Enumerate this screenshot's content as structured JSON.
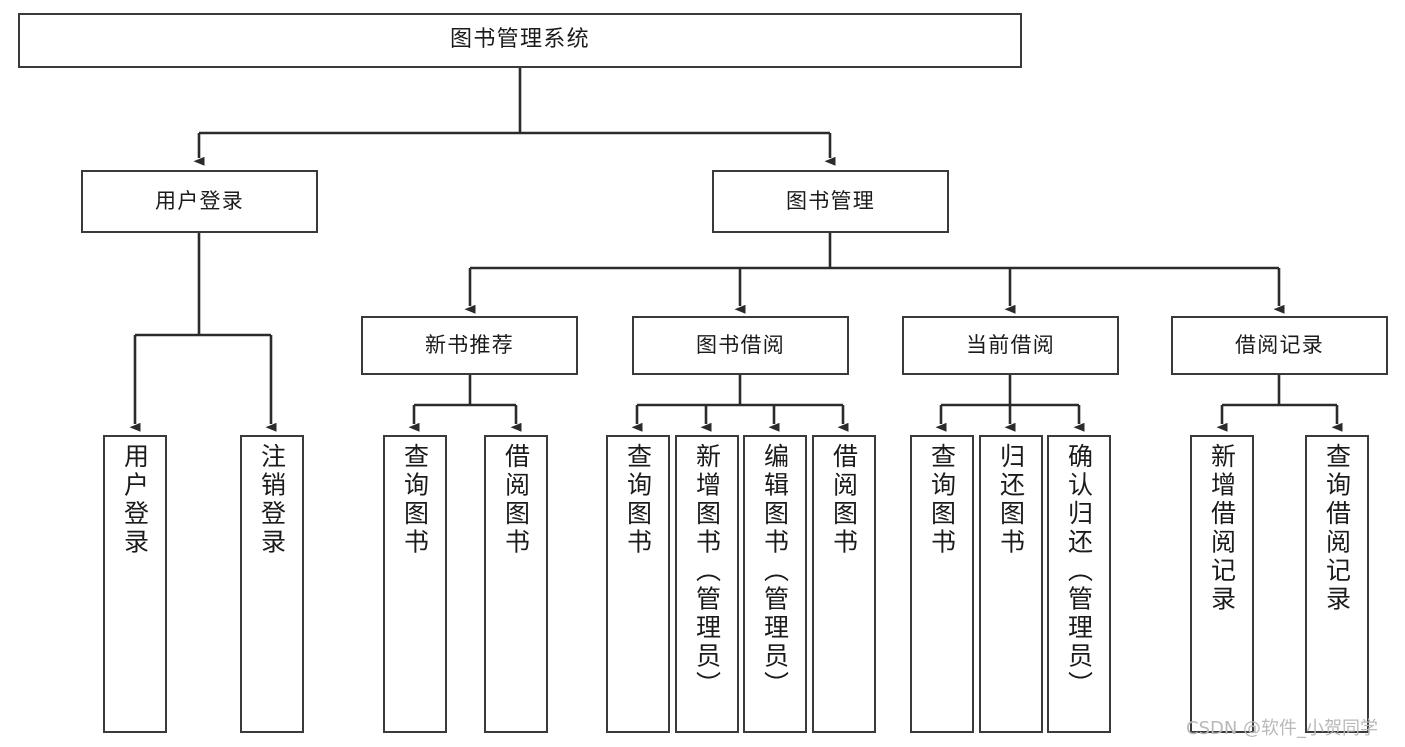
{
  "diagram": {
    "title": "图书管理系统",
    "type": "tree-hierarchy-chart",
    "orientation": "top-down",
    "watermark": "CSDN @软件_小贺同学",
    "colors": {
      "box_border": "#3a3a3a",
      "box_fill": "#ffffff",
      "edge": "#2b2b2b",
      "text": "#1b1b1b",
      "watermark": "#b9b9b9",
      "background": "#ffffff"
    }
  },
  "nodes": {
    "root": {
      "label": "图书管理系统"
    },
    "level2": [
      {
        "id": "user-login",
        "label": "用户登录"
      },
      {
        "id": "book-management",
        "label": "图书管理"
      }
    ],
    "level3": [
      {
        "id": "new-book-recommend",
        "label": "新书推荐"
      },
      {
        "id": "book-borrow",
        "label": "图书借阅"
      },
      {
        "id": "current-borrow",
        "label": "当前借阅"
      },
      {
        "id": "borrow-record",
        "label": "借阅记录"
      }
    ],
    "leaves": {
      "user_login": [
        {
          "id": "leaf-user-login",
          "label": "用户登录"
        },
        {
          "id": "leaf-logout-login",
          "label": "注销登录"
        }
      ],
      "new_book_recommend": [
        {
          "id": "leaf-query-book-1",
          "label": "查询图书"
        },
        {
          "id": "leaf-borrow-book-1",
          "label": "借阅图书"
        }
      ],
      "book_borrow": [
        {
          "id": "leaf-query-book-2",
          "label": "查询图书"
        },
        {
          "id": "leaf-add-book",
          "label": "新增图书（管理员）"
        },
        {
          "id": "leaf-edit-book",
          "label": "编辑图书（管理员）"
        },
        {
          "id": "leaf-borrow-book-2",
          "label": "借阅图书"
        }
      ],
      "current_borrow": [
        {
          "id": "leaf-query-book-3",
          "label": "查询图书"
        },
        {
          "id": "leaf-return-book",
          "label": "归还图书"
        },
        {
          "id": "leaf-confirm-return",
          "label": "确认归还（管理员）"
        }
      ],
      "borrow_record": [
        {
          "id": "leaf-add-record",
          "label": "新增借阅记录"
        },
        {
          "id": "leaf-query-record",
          "label": "查询借阅记录"
        }
      ]
    }
  }
}
